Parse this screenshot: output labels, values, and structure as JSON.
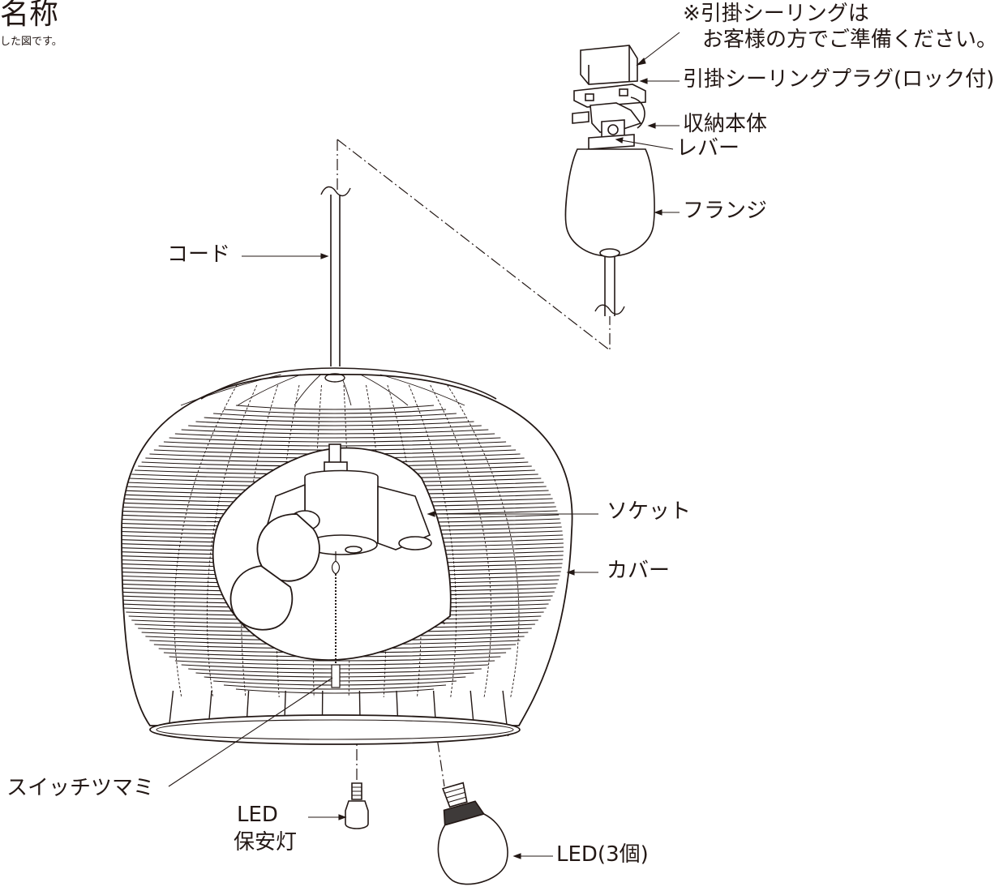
{
  "header": {
    "title": "名称",
    "subtitle": "した図です。"
  },
  "note": {
    "line1": "※引掛シーリングは",
    "line2": "お客様の方でご準備ください。"
  },
  "labels": {
    "plug": "引掛シーリングプラグ(ロック付)",
    "storage": "収納本体",
    "lever": "レバー",
    "flange": "フランジ",
    "cord": "コード",
    "socket": "ソケット",
    "cover": "カバー",
    "switch_knob": "スイッチツマミ",
    "led_safety_line1": "LED",
    "led_safety_line2": "保安灯",
    "led_bulbs": "LED(3個)"
  },
  "colors": {
    "line": "#231815",
    "background": "#ffffff",
    "bulb_fill": "#ffffff"
  }
}
